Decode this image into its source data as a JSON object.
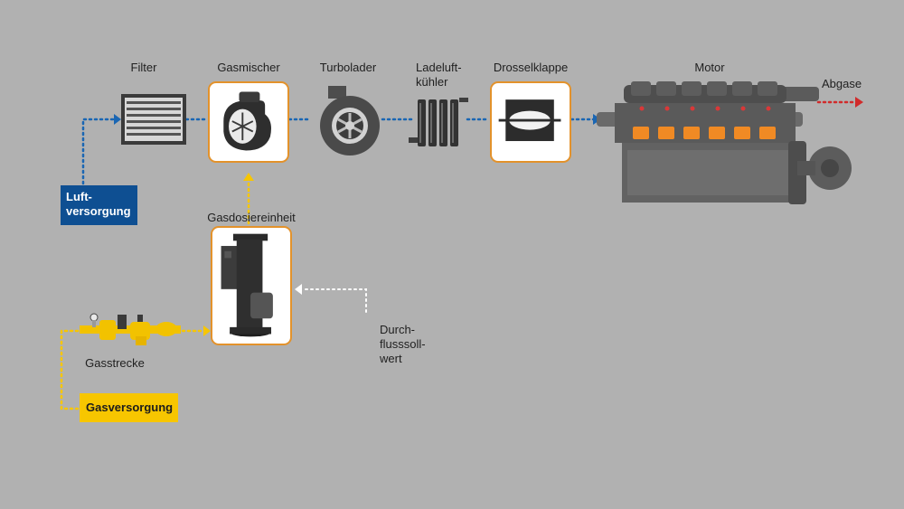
{
  "labels": {
    "filter": "Filter",
    "gasmischer": "Gasmischer",
    "turbolader": "Turbolader",
    "ladeluftkuehler_1": "Ladeluft-",
    "ladeluftkuehler_2": "kühler",
    "drosselklappe": "Drosselklappe",
    "motor": "Motor",
    "abgase": "Abgase",
    "gasdosiereinheit": "Gasdosiereinheit",
    "gasstrecke": "Gasstrecke",
    "durchfluss_1": "Durch-",
    "durchfluss_2": "flusssoll-",
    "durchfluss_3": "wert"
  },
  "tags": {
    "luftversorgung_1": "Luft-",
    "luftversorgung_2": "versorgung",
    "gasversorgung": "Gasversorgung"
  },
  "colors": {
    "background": "#b1b1b1",
    "air_flow": "#1a66b3",
    "gas_flow": "#f7c600",
    "signal_flow": "#ffffff",
    "exhaust_flow": "#d12b2b",
    "box_border": "#e3922b",
    "air_tag": "#0e4f92",
    "gas_tag": "#f7c600",
    "engine_accent": "#f08a24"
  },
  "icons": [
    "filter-icon",
    "gas-mixer-icon",
    "turbocharger-icon",
    "intercooler-icon",
    "throttle-valve-icon",
    "engine-icon",
    "gas-dosing-unit-icon",
    "gas-train-icon"
  ]
}
